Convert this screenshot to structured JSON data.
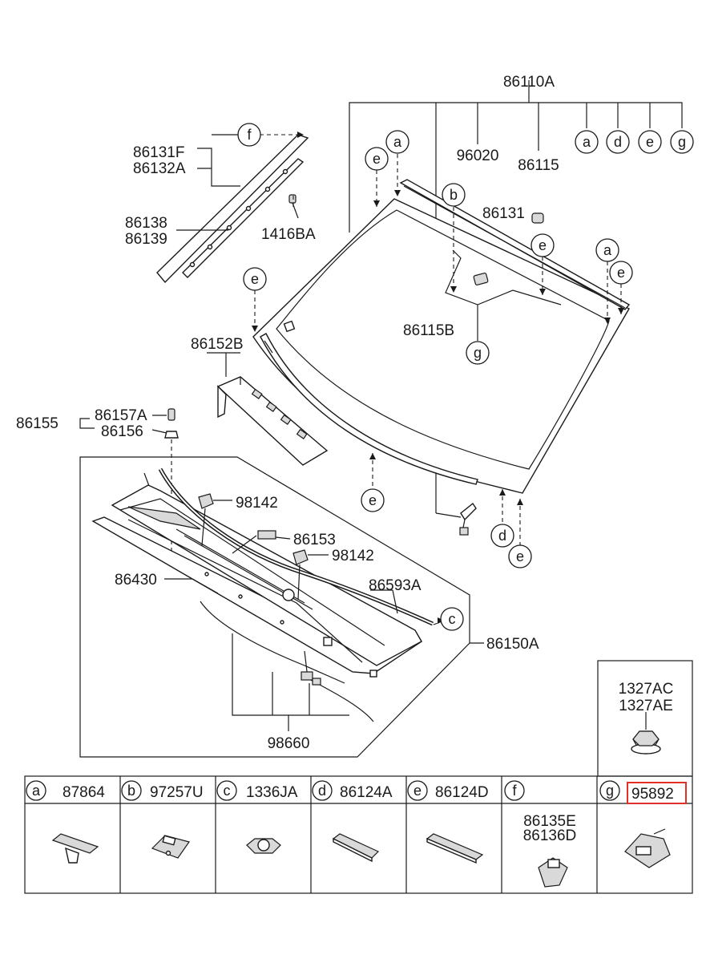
{
  "labels": {
    "p86110A": "86110A",
    "p96020": "96020",
    "p86115": "86115",
    "p86131": "86131",
    "p86115B": "86115B",
    "p86131F": "86131F",
    "p86132A": "86132A",
    "p86138": "86138",
    "p86139": "86139",
    "p1416BA": "1416BA",
    "p86152B": "86152B",
    "p86155": "86155",
    "p86157A": "86157A",
    "p86156": "86156",
    "p98142a": "98142",
    "p86153": "86153",
    "p98142b": "98142",
    "p86430": "86430",
    "p86593A": "86593A",
    "p86150A": "86150A",
    "p98660": "98660",
    "p1327AC": "1327AC",
    "p1327AE": "1327AE"
  },
  "callouts": {
    "a": "a",
    "b": "b",
    "c": "c",
    "d": "d",
    "e": "e",
    "f": "f",
    "g": "g"
  },
  "table": {
    "cells": [
      {
        "letter": "a",
        "part": "87864"
      },
      {
        "letter": "b",
        "part": "97257U"
      },
      {
        "letter": "c",
        "part": "1336JA"
      },
      {
        "letter": "d",
        "part": "86124A"
      },
      {
        "letter": "e",
        "part": "86124D"
      },
      {
        "letter": "f",
        "part": "",
        "sub1": "86135E",
        "sub2": "86136D"
      },
      {
        "letter": "g",
        "part": "95892"
      }
    ]
  },
  "colors": {
    "line": "#1a1a1a",
    "highlight": "#e0302a",
    "background": "#ffffff"
  }
}
